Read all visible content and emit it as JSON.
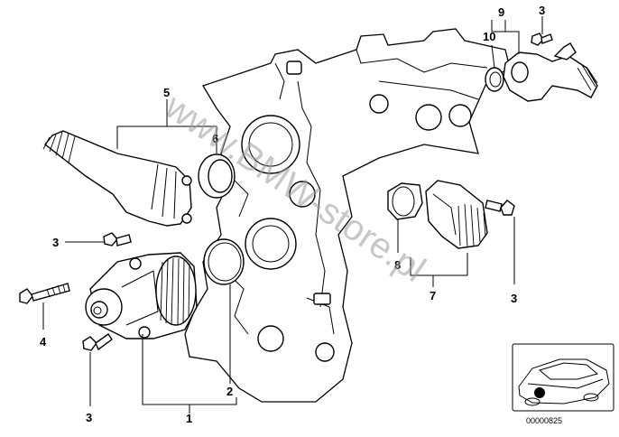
{
  "watermark": "www.BMW-store.pl",
  "callouts": {
    "c1": "1",
    "c2": "2",
    "c3a": "3",
    "c3b": "3",
    "c3c": "3",
    "c3d": "3",
    "c4": "4",
    "c5": "5",
    "c6": "6",
    "c7": "7",
    "c8": "8",
    "c9": "9",
    "c10": "10"
  },
  "thumbnail": {
    "reference_number": "00000825"
  }
}
